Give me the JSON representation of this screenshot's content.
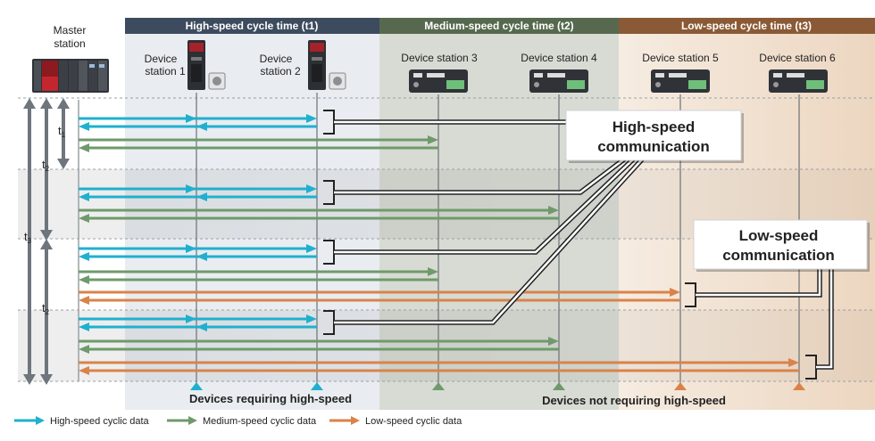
{
  "master": {
    "label_line1": "Master",
    "label_line2": "station"
  },
  "zones": [
    {
      "title": "High-speed cycle time (t1)",
      "header_color": "#3d4b5e",
      "band_color": "#e9edf1"
    },
    {
      "title": "Medium-speed cycle time (t2)",
      "header_color": "#56694e",
      "band_color": "#d7dbd3"
    },
    {
      "title": "Low-speed cycle time (t3)",
      "header_color": "#8a5a36",
      "band_color": "#f1e2d2"
    }
  ],
  "devices": [
    {
      "line1": "Device",
      "line2": "station 1",
      "speed": "high"
    },
    {
      "line1": "Device",
      "line2": "station 2",
      "speed": "high"
    },
    {
      "line1": "Device station 3",
      "line2": "",
      "speed": "medium"
    },
    {
      "line1": "Device station 4",
      "line2": "",
      "speed": "medium"
    },
    {
      "line1": "Device station 5",
      "line2": "",
      "speed": "low"
    },
    {
      "line1": "Device station 6",
      "line2": "",
      "speed": "low"
    }
  ],
  "time_labels": {
    "t1": "t",
    "t1_sub": "1",
    "t2": "t",
    "t2_sub": "2",
    "t3": "t",
    "t3_sub": "3"
  },
  "callouts": {
    "high_line1": "High-speed",
    "high_line2": "communication",
    "low_line1": "Low-speed",
    "low_line2": "communication"
  },
  "bottom": {
    "requiring": "Devices requiring high-speed",
    "not_requiring": "Devices not requiring high-speed"
  },
  "legend": [
    {
      "label": "High-speed cyclic data",
      "color": "#1fb0cf"
    },
    {
      "label": "Medium-speed cyclic data",
      "color": "#6f9a6b"
    },
    {
      "label": "Low-speed cyclic data",
      "color": "#d9834a"
    }
  ],
  "colors": {
    "high": "#1fb0cf",
    "medium": "#6f9a6b",
    "low": "#d9834a",
    "bracket": "#222222"
  }
}
